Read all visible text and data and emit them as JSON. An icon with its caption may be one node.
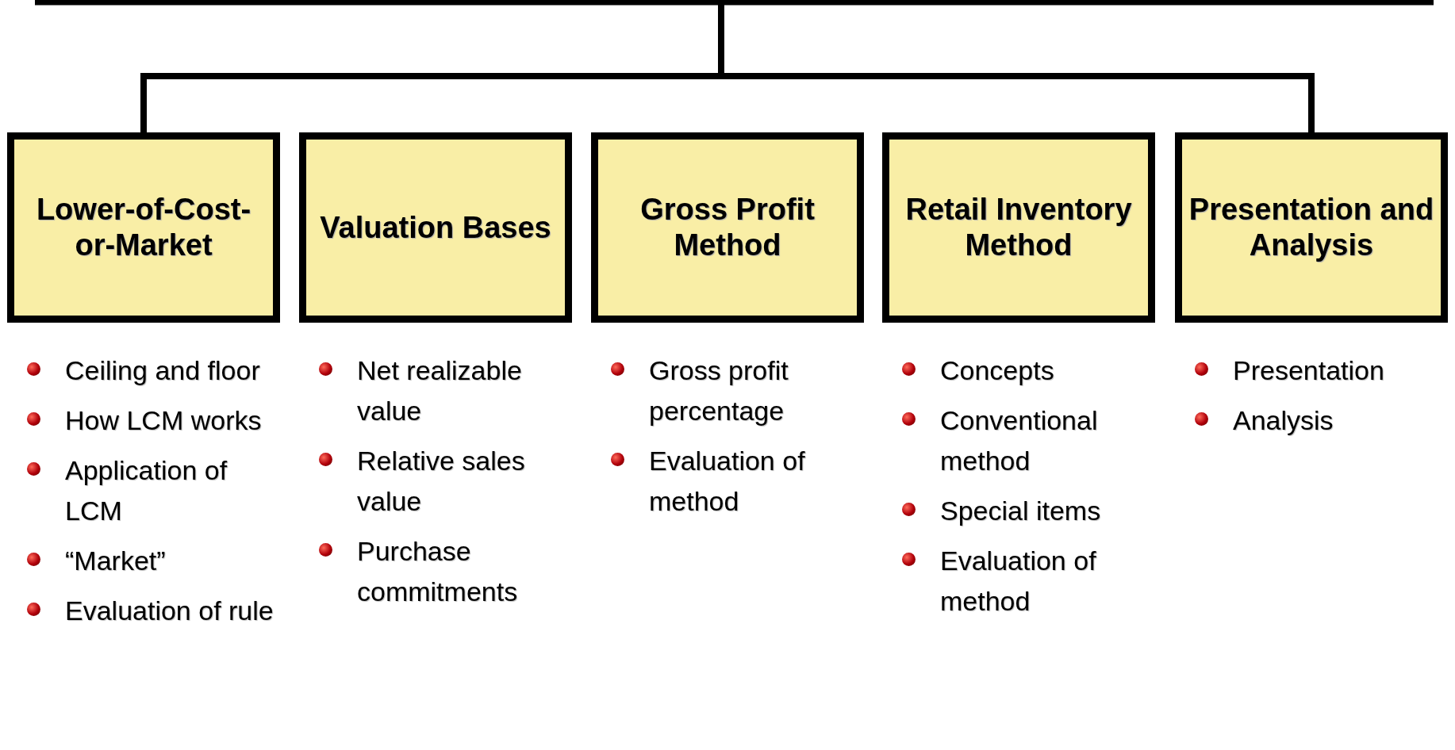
{
  "diagram": {
    "nodes": [
      {
        "text": [
          "Lower-of-Cost-or-Market"
        ],
        "beside": [
          "Ceiling and floor",
          "How LCM works",
          "Application of LCM",
          "“Market”",
          "Evaluation of rule"
        ]
      },
      {
        "text": [
          "Valuation Bases"
        ],
        "beside": [
          "Net realizable value",
          "Relative sales value",
          "Purchase commitments"
        ]
      },
      {
        "text": [
          "Gross Profit Method"
        ],
        "beside": [
          "Gross profit percentage",
          "Evaluation of method"
        ]
      },
      {
        "text": [
          "Retail Inventory Method"
        ],
        "beside": [
          "Concepts",
          "Conventional method",
          "Special items",
          "Evaluation of method"
        ]
      },
      {
        "text": [
          "Presentation and Analysis"
        ],
        "beside": [
          "Presentation",
          "Analysis"
        ]
      }
    ],
    "edges": [
      {
        "from": null,
        "to": 0,
        "arrow": "none"
      },
      {
        "from": null,
        "to": 4,
        "arrow": "none"
      }
    ]
  }
}
